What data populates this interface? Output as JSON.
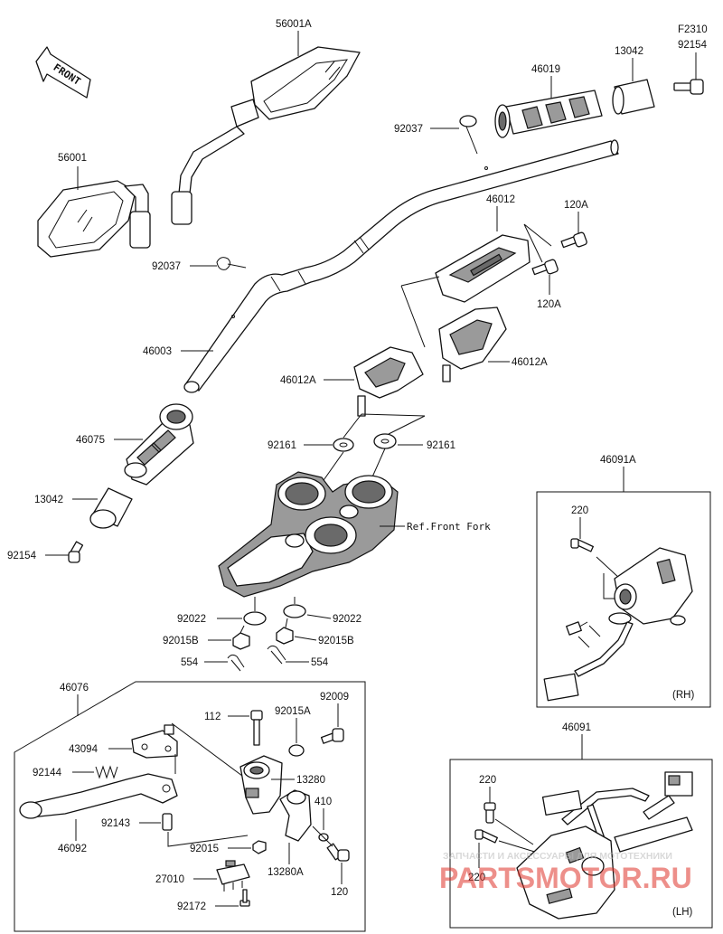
{
  "front_label": "FRONT",
  "labels": {
    "p56001A": "56001A",
    "p56001": "56001",
    "pF2310": "F2310",
    "p92154_top": "92154",
    "p13042_top": "13042",
    "p46019": "46019",
    "p92037_top": "92037",
    "p46012": "46012",
    "p120A_top": "120A",
    "p120A_mid": "120A",
    "p92037_left": "92037",
    "p46003": "46003",
    "p46012A_left": "46012A",
    "p46012A_right": "46012A",
    "p46075": "46075",
    "p92161_left": "92161",
    "p92161_right": "92161",
    "p13042_left": "13042",
    "p92154_left": "92154",
    "ref_front_fork": "Ref.Front Fork",
    "p92022_left": "92022",
    "p92022_right": "92022",
    "p92015B_left": "92015B",
    "p92015B_right": "92015B",
    "p554_left": "554",
    "p554_right": "554",
    "p46091A": "46091A",
    "p220_rh": "220",
    "rh": "(RH)",
    "p46076": "46076",
    "p112": "112",
    "p92015A": "92015A",
    "p92009": "92009",
    "p43094": "43094",
    "p92144": "92144",
    "p13280": "13280",
    "p410": "410",
    "p92143": "92143",
    "p46092": "46092",
    "p92015": "92015",
    "p13280A": "13280A",
    "p27010": "27010",
    "p120": "120",
    "p92172": "92172",
    "p46091": "46091",
    "p220_lh_a": "220",
    "p220_lh_b": "220",
    "lh": "(LH)"
  },
  "watermark": {
    "caption": "ЗАПЧАСТИ И АКСЕССУАРЫ ДЛЯ МОТОТЕХНИКИ",
    "brand": "PARTSMOTOR.RU",
    "color": "#e0342b"
  }
}
